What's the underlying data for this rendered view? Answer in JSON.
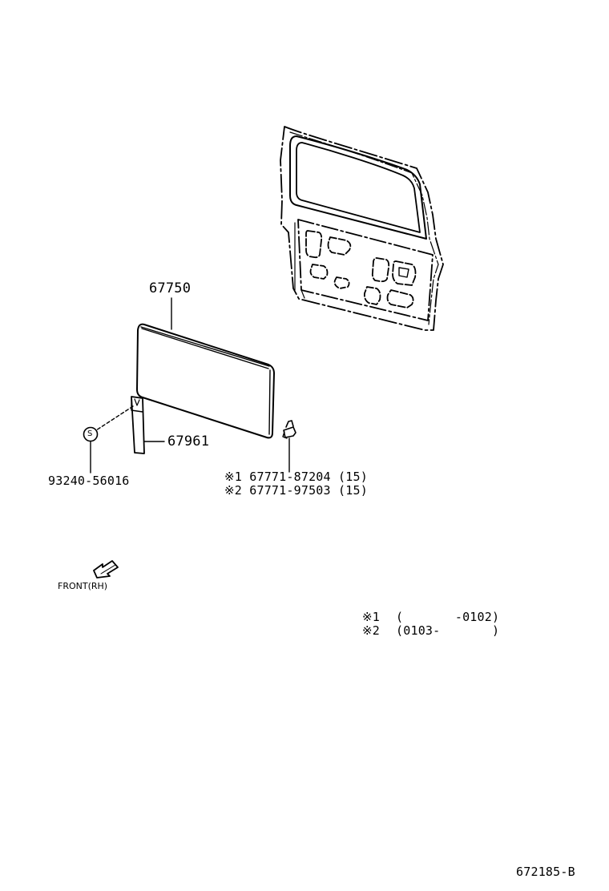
{
  "parts": {
    "panel": "67750",
    "strip": "67961",
    "screw": "93240-56016",
    "clip_1": "※1 67771-87204 (15)",
    "clip_2": "※2 67771-97503 (15)"
  },
  "screw_mark": "S",
  "front_label": "FRONT(RH)",
  "notes": [
    {
      "mark": "※1",
      "range": "(       -0102)"
    },
    {
      "mark": "※2",
      "range": "(0103-       )"
    }
  ],
  "figure_code": "672185-B",
  "icons": {
    "back_door": "back-door-frame-icon",
    "panel": "trim-panel-icon",
    "strip": "weatherstrip-icon",
    "screw": "screw-icon",
    "clip": "clip-icon",
    "front_arrow": "front-arrow-icon"
  }
}
